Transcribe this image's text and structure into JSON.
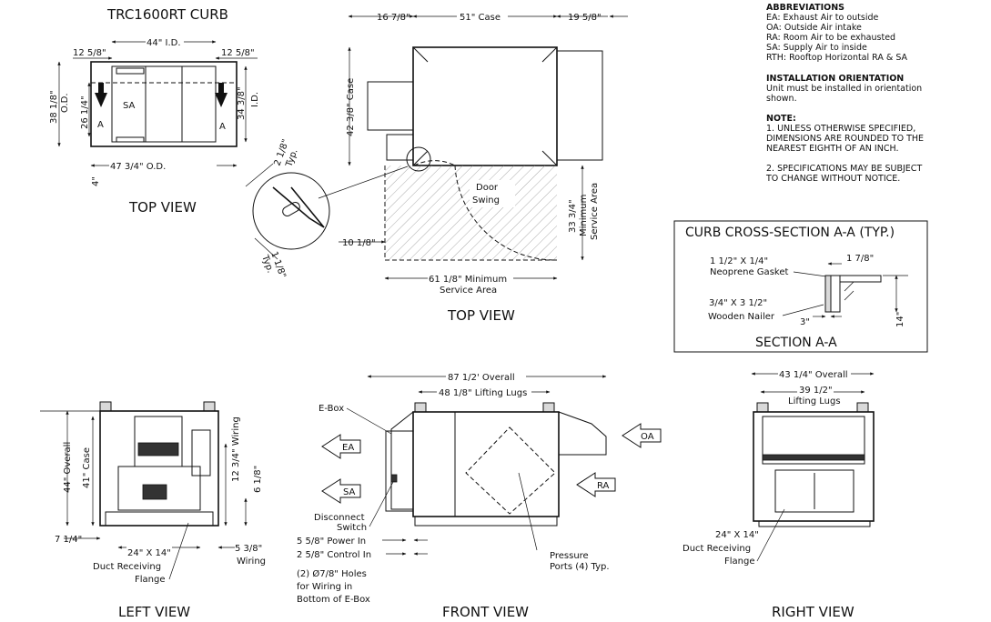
{
  "curb": {
    "title": "TRC1600RT CURB",
    "id_width": "44\" I.D.",
    "left_offset": "12 5/8\"",
    "right_offset": "12 5/8\"",
    "od_height": "38 1/8\"",
    "od_height_suffix": "O.D.",
    "inner_h": "26 1/4\"",
    "id_height": "34 3/8\"",
    "id_height_suffix": "I.D.",
    "od_width": "47 3/4\" O.D.",
    "bottom_dim": "4\"",
    "sa": "SA",
    "section_a": "A",
    "view_title": "TOP VIEW"
  },
  "top": {
    "d_left": "16 7/8\"",
    "d_case": "51\" Case",
    "d_right": "19 5/8\"",
    "d_vertical": "42 3/8\" Case",
    "door": "Door",
    "swing": "Swing",
    "service_v": "33 3/4\"",
    "service_v2": "Minimum",
    "service_v3": "Service Area",
    "d_101": "10 1/8\"",
    "service_h": "61 1/8\" Minimum",
    "service_h2": "Service Area",
    "detail_218": "2 1/8\"",
    "detail_typ": "Typ.",
    "detail_118": "1 1/8\"",
    "detail_typ2": "Typ.",
    "view_title": "TOP VIEW"
  },
  "notes": {
    "abbr_title": "ABBREVIATIONS",
    "abbr": [
      "EA: Exhaust Air to outside",
      "OA: Outside Air intake",
      "RA: Room Air to be exhausted",
      "SA: Supply Air to inside",
      "RTH: Rooftop Horizontal RA & SA"
    ],
    "orient_title": "INSTALLATION ORIENTATION",
    "orient": [
      "Unit must be installed in orientation",
      "shown."
    ],
    "note_title": "NOTE:",
    "note1": [
      "1. UNLESS OTHERWISE SPECIFIED,",
      "DIMENSIONS ARE ROUNDED TO THE",
      "NEAREST EIGHTH OF AN INCH."
    ],
    "note2": [
      "2. SPECIFICATIONS MAY BE SUBJECT",
      "TO CHANGE WITHOUT NOTICE."
    ]
  },
  "section": {
    "title": "CURB CROSS-SECTION A-A (TYP.)",
    "gasket1": "1 1/2\" X 1/4\"",
    "gasket2": "Neoprene Gasket",
    "d178": "1 7/8\"",
    "nailer1": "3/4\" X 3 1/2\"",
    "nailer2": "Wooden Nailer",
    "d3": "3\"",
    "d14": "14\"",
    "label": "SECTION A-A"
  },
  "left": {
    "overall": "44\" Overall",
    "case": "41\" Case",
    "wiring": "12 3/4\" Wiring",
    "d618": "6 1/8\"",
    "d714": "7 1/4\"",
    "d538": "5 3/8\"",
    "wiring2": "Wiring",
    "duct1": "24\" X 14\"",
    "duct2": "Duct Receiving",
    "duct3": "Flange",
    "view_title": "LEFT VIEW"
  },
  "front": {
    "overall": "87 1/2' Overall",
    "lugs": "48 1/8\" Lifting Lugs",
    "ebox": "E-Box",
    "ea": "EA",
    "sa": "SA",
    "oa": "OA",
    "ra": "RA",
    "disc1": "Disconnect",
    "disc2": "Switch",
    "power": "5 5/8\" Power In",
    "control": "2 5/8\" Control In",
    "holes1": "(2)  Ø7/8\" Holes",
    "holes2": "for Wiring in",
    "holes3": "Bottom of E-Box",
    "ports1": "Pressure",
    "ports2": "Ports (4) Typ.",
    "view_title": "FRONT VIEW"
  },
  "right": {
    "overall": "43 1/4\" Overall",
    "lugs1": "39 1/2\"",
    "lugs2": "Lifting Lugs",
    "duct1": "24\" X 14\"",
    "duct2": "Duct Receiving",
    "duct3": "Flange",
    "view_title": "RIGHT VIEW"
  }
}
